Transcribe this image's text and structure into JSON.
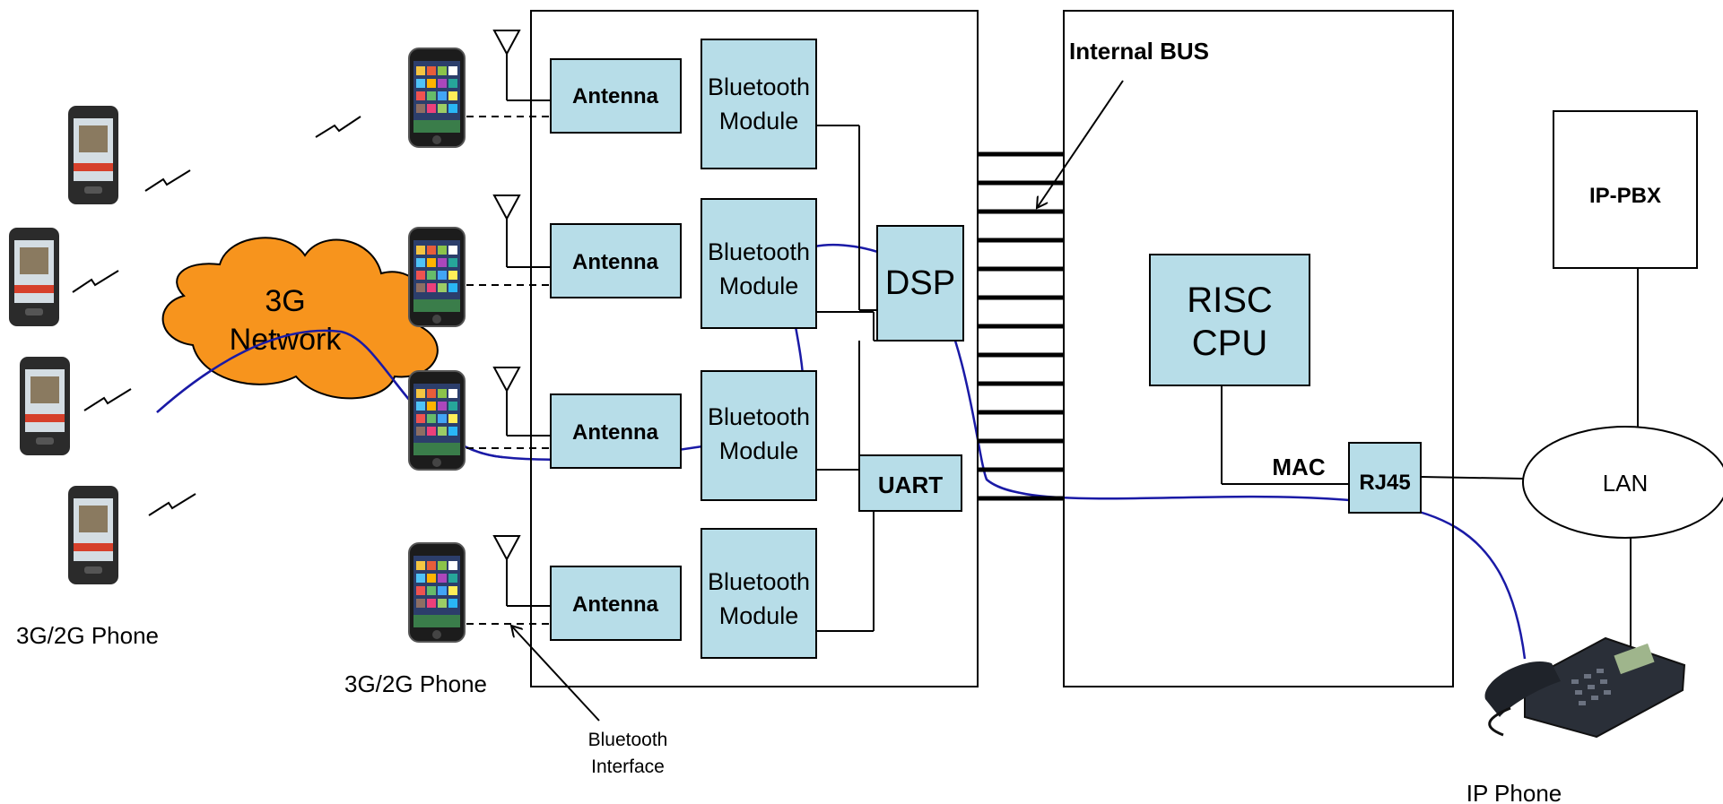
{
  "labels": {
    "phone_left": "3G/2G Phone",
    "phone_mid": "3G/2G Phone",
    "network": [
      "3G",
      "Network"
    ],
    "antenna": "Antenna",
    "bt_module": [
      "Bluetooth",
      "Module"
    ],
    "dsp": "DSP",
    "uart": "UART",
    "internal_bus": "Internal BUS",
    "risc_cpu": [
      "RISC",
      "CPU"
    ],
    "mac": "MAC",
    "rj45": "RJ45",
    "ip_pbx": "IP-PBX",
    "lan": "LAN",
    "ip_phone": "IP Phone",
    "bt_interface": [
      "Bluetooth",
      "Interface"
    ]
  },
  "colors": {
    "module_fill": "#b7dde8",
    "cloud_fill": "#f7941d",
    "call_path": "#1a1aa6"
  }
}
